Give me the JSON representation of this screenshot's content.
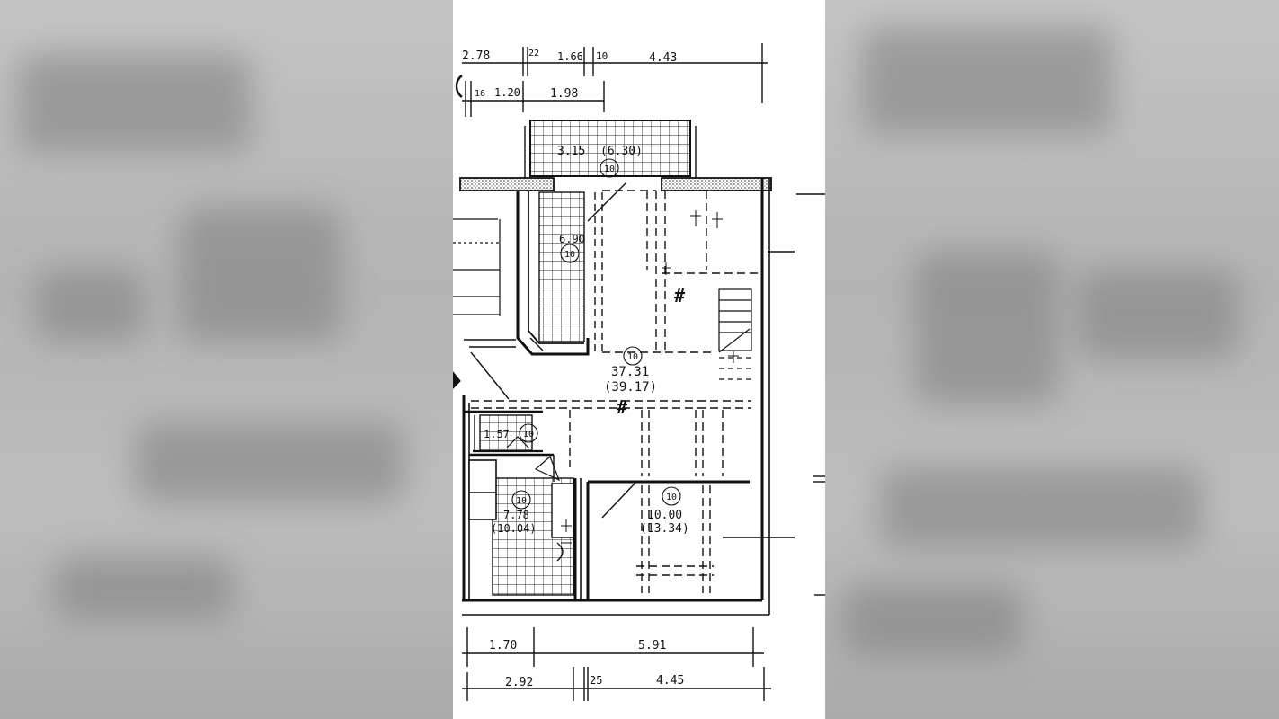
{
  "dimensions": {
    "top_row1": [
      "2.78",
      "22",
      "1.66",
      "10",
      "4.43"
    ],
    "top_row2": [
      "16",
      "1.20",
      "1.98"
    ],
    "bottom_row1": [
      "1.70",
      "5.91"
    ],
    "bottom_row2": [
      "2.92",
      "25",
      "4.45"
    ]
  },
  "rooms": {
    "balcony": {
      "area": "3.15",
      "area_total": "(6.30)",
      "tag": "10"
    },
    "kitchen": {
      "area": "6.90",
      "tag": "10"
    },
    "living": {
      "area": "37.31",
      "area_total": "(39.17)",
      "tag": "10"
    },
    "wc": {
      "area": "1.57",
      "tag": "10"
    },
    "bath": {
      "area": "7.78",
      "area_total": "(10.04)",
      "tag": "10"
    },
    "bedroom": {
      "area": "10.00",
      "area_total": "(13.34)",
      "tag": "10"
    }
  },
  "symbols": {
    "hash": "#"
  }
}
